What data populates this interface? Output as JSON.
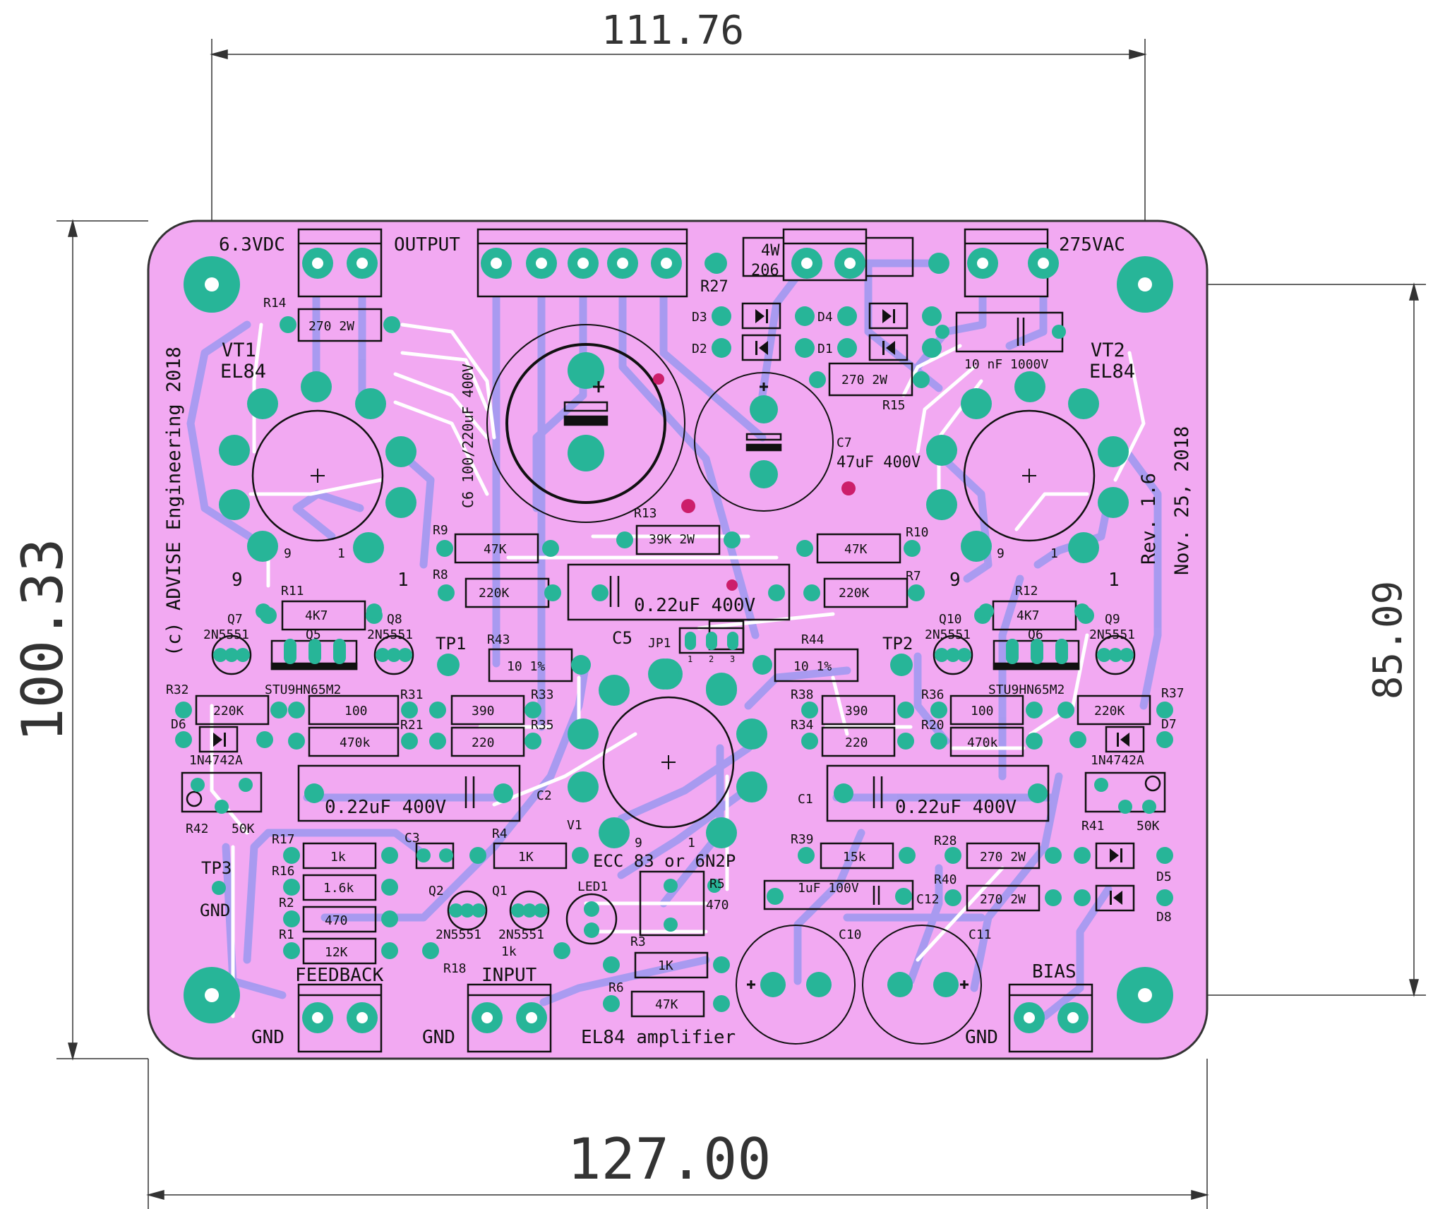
{
  "dimensions": {
    "top_width": "111.76",
    "left_height": "100.33",
    "right_height": "85.09",
    "bottom_width": "127.00"
  },
  "board": {
    "title": "EL84 amplifier",
    "copyright": "(c) ADVISE Engineering 2018",
    "revision": "Rev. 1.6",
    "date": "Nov. 25, 2018",
    "colors": {
      "board": "#f2a9f2",
      "pad": "#27b598",
      "pad_hole": "#ffffff",
      "trace_back": "#a59af0",
      "trace_front": "#ffffff",
      "silk": "#111111",
      "dim": "#444444"
    }
  },
  "connectors": {
    "heater": "6.3VDC",
    "output": "OUTPUT",
    "mains": "275VAC",
    "feedback": "FEEDBACK",
    "input": "INPUT",
    "bias": "BIAS",
    "gnd": "GND"
  },
  "tubes": {
    "vt1": {
      "ref": "VT1",
      "type": "EL84",
      "pin9": "9",
      "pin1": "1"
    },
    "vt2": {
      "ref": "VT2",
      "type": "EL84",
      "pin9": "9",
      "pin1": "1"
    },
    "v1": {
      "ref": "V1",
      "type": "ECC 83 or 6N2P",
      "pin9": "9",
      "pin1": "1"
    }
  },
  "silk_labels": [
    {
      "id": "r14",
      "text": "R14"
    },
    {
      "id": "r14v",
      "text": "270 2W"
    },
    {
      "id": "r27",
      "text": "R27"
    },
    {
      "id": "r27v1",
      "text": "4W"
    },
    {
      "id": "r27v2",
      "text": "206"
    },
    {
      "id": "d3",
      "text": "D3"
    },
    {
      "id": "d2",
      "text": "D2"
    },
    {
      "id": "d4",
      "text": "D4"
    },
    {
      "id": "d1",
      "text": "D1"
    },
    {
      "id": "cx",
      "text": "10 nF 1000V"
    },
    {
      "id": "r15",
      "text": "R15"
    },
    {
      "id": "r15v",
      "text": "270 2W"
    },
    {
      "id": "c6",
      "text": "C6 100/220uF 400V"
    },
    {
      "id": "c7",
      "text": "C7"
    },
    {
      "id": "c7v",
      "text": "47uF 400V"
    },
    {
      "id": "r13",
      "text": "R13"
    },
    {
      "id": "r13v",
      "text": "39K 2W"
    },
    {
      "id": "r9",
      "text": "R9"
    },
    {
      "id": "r9v",
      "text": "47K"
    },
    {
      "id": "r8",
      "text": "R8"
    },
    {
      "id": "r8v",
      "text": "220K"
    },
    {
      "id": "r10",
      "text": "R10"
    },
    {
      "id": "r10v",
      "text": "47K"
    },
    {
      "id": "r7",
      "text": "R7"
    },
    {
      "id": "r7v",
      "text": "220K"
    },
    {
      "id": "c5v",
      "text": "0.22uF 400V"
    },
    {
      "id": "c5",
      "text": "C5"
    },
    {
      "id": "r11",
      "text": "R11"
    },
    {
      "id": "r11v",
      "text": "4K7"
    },
    {
      "id": "r12",
      "text": "R12"
    },
    {
      "id": "r12v",
      "text": "4K7"
    },
    {
      "id": "q7",
      "text": "Q7"
    },
    {
      "id": "q7v",
      "text": "2N5551"
    },
    {
      "id": "q5",
      "text": "Q5"
    },
    {
      "id": "q8",
      "text": "Q8"
    },
    {
      "id": "q8v",
      "text": "2N5551"
    },
    {
      "id": "q5v",
      "text": "STU9HN65M2"
    },
    {
      "id": "q10",
      "text": "Q10"
    },
    {
      "id": "q10v",
      "text": "2N5551"
    },
    {
      "id": "q6",
      "text": "Q6"
    },
    {
      "id": "q9",
      "text": "Q9"
    },
    {
      "id": "q9v",
      "text": "2N5551"
    },
    {
      "id": "q6v",
      "text": "STU9HN65M2"
    },
    {
      "id": "tp1",
      "text": "TP1"
    },
    {
      "id": "tp2",
      "text": "TP2"
    },
    {
      "id": "r43",
      "text": "R43"
    },
    {
      "id": "r43v",
      "text": "10 1%"
    },
    {
      "id": "r44",
      "text": "R44"
    },
    {
      "id": "r44v",
      "text": "10 1%"
    },
    {
      "id": "jp1",
      "text": "JP1"
    },
    {
      "id": "jp1a",
      "text": "1"
    },
    {
      "id": "jp1b",
      "text": "2"
    },
    {
      "id": "jp1c",
      "text": "3"
    },
    {
      "id": "r32",
      "text": "R32"
    },
    {
      "id": "r32v",
      "text": "220K"
    },
    {
      "id": "r31",
      "text": "R31"
    },
    {
      "id": "r31v",
      "text": "100"
    },
    {
      "id": "r33",
      "text": "R33"
    },
    {
      "id": "r33v",
      "text": "390"
    },
    {
      "id": "d6",
      "text": "D6"
    },
    {
      "id": "d6v",
      "text": "1N4742A"
    },
    {
      "id": "r21",
      "text": "R21"
    },
    {
      "id": "r21v",
      "text": "470k"
    },
    {
      "id": "r35",
      "text": "R35"
    },
    {
      "id": "r35v",
      "text": "220"
    },
    {
      "id": "r38",
      "text": "R38"
    },
    {
      "id": "r38v",
      "text": "390"
    },
    {
      "id": "r36",
      "text": "R36"
    },
    {
      "id": "r36v",
      "text": "100"
    },
    {
      "id": "r37",
      "text": "R37"
    },
    {
      "id": "r37v",
      "text": "220K"
    },
    {
      "id": "r34",
      "text": "R34"
    },
    {
      "id": "r34v",
      "text": "220"
    },
    {
      "id": "r20",
      "text": "R20"
    },
    {
      "id": "r20v",
      "text": "470k"
    },
    {
      "id": "d7",
      "text": "D7"
    },
    {
      "id": "d7v",
      "text": "1N4742A"
    },
    {
      "id": "c2v",
      "text": "0.22uF 400V"
    },
    {
      "id": "c2",
      "text": "C2"
    },
    {
      "id": "c1",
      "text": "C1"
    },
    {
      "id": "c1v",
      "text": "0.22uF 400V"
    },
    {
      "id": "r42",
      "text": "R42"
    },
    {
      "id": "r42v",
      "text": "50K"
    },
    {
      "id": "r41",
      "text": "R41"
    },
    {
      "id": "r41v",
      "text": "50K"
    },
    {
      "id": "r17",
      "text": "R17"
    },
    {
      "id": "r17v",
      "text": "1k"
    },
    {
      "id": "c3",
      "text": "C3"
    },
    {
      "id": "r4",
      "text": "R4"
    },
    {
      "id": "r4v",
      "text": "1K"
    },
    {
      "id": "r39",
      "text": "R39"
    },
    {
      "id": "r39v",
      "text": "15k"
    },
    {
      "id": "r28",
      "text": "R28"
    },
    {
      "id": "r28v",
      "text": "270 2W"
    },
    {
      "id": "tp3",
      "text": "TP3"
    },
    {
      "id": "tp3g",
      "text": "GND"
    },
    {
      "id": "r16",
      "text": "R16"
    },
    {
      "id": "r16v",
      "text": "1.6k"
    },
    {
      "id": "r2",
      "text": "R2"
    },
    {
      "id": "r2v",
      "text": "470"
    },
    {
      "id": "r1",
      "text": "R1"
    },
    {
      "id": "r1v",
      "text": "12K"
    },
    {
      "id": "q2",
      "text": "Q2"
    },
    {
      "id": "q1",
      "text": "Q1"
    },
    {
      "id": "q2v",
      "text": "2N5551"
    },
    {
      "id": "q1v",
      "text": "2N5551"
    },
    {
      "id": "led1",
      "text": "LED1"
    },
    {
      "id": "r5",
      "text": "R5"
    },
    {
      "id": "r5v",
      "text": "470"
    },
    {
      "id": "c10v",
      "text": "1uF 100V"
    },
    {
      "id": "c10",
      "text": "C10"
    },
    {
      "id": "c12",
      "text": "C12"
    },
    {
      "id": "r40",
      "text": "R40"
    },
    {
      "id": "r40v",
      "text": "270 2W"
    },
    {
      "id": "d5",
      "text": "D5"
    },
    {
      "id": "d8",
      "text": "D8"
    },
    {
      "id": "c11",
      "text": "C11"
    },
    {
      "id": "r18",
      "text": "R18"
    },
    {
      "id": "r18v",
      "text": "1k"
    },
    {
      "id": "r3",
      "text": "R3"
    },
    {
      "id": "r3v",
      "text": "1K"
    },
    {
      "id": "r6",
      "text": "R6"
    },
    {
      "id": "r6v",
      "text": "47K"
    }
  ]
}
